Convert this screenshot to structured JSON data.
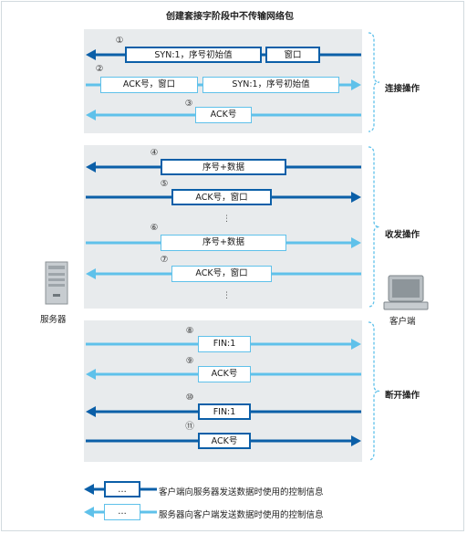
{
  "title": "创建套接字阶段中不传输网络包",
  "colors": {
    "client_to_server": "#0b5fa8",
    "server_to_client": "#5fc1ea",
    "panel": "#e8ebed"
  },
  "phases": [
    {
      "label": "连接操作"
    },
    {
      "label": "收发操作"
    },
    {
      "label": "断开操作"
    }
  ],
  "steps": [
    {
      "num": "①",
      "boxes": [
        "SYN:1，序号初始值",
        "窗口"
      ],
      "dir": "to-server"
    },
    {
      "num": "②",
      "boxes": [
        "ACK号，窗口",
        "SYN:1，序号初始值"
      ],
      "dir": "to-client"
    },
    {
      "num": "③",
      "boxes": [
        "ACK号"
      ],
      "dir": "to-server-light"
    },
    {
      "num": "④",
      "boxes": [
        "序号+数据"
      ],
      "dir": "to-server"
    },
    {
      "num": "⑤",
      "boxes": [
        "ACK号，窗口"
      ],
      "dir": "to-client-dark"
    },
    {
      "num": "⑥",
      "boxes": [
        "序号+数据"
      ],
      "dir": "to-client"
    },
    {
      "num": "⑦",
      "boxes": [
        "ACK号，窗口"
      ],
      "dir": "to-server-light"
    },
    {
      "num": "⑧",
      "boxes": [
        "FIN:1"
      ],
      "dir": "to-client"
    },
    {
      "num": "⑨",
      "boxes": [
        "ACK号"
      ],
      "dir": "to-server-light"
    },
    {
      "num": "⑩",
      "boxes": [
        "FIN:1"
      ],
      "dir": "to-server"
    },
    {
      "num": "⑪",
      "boxes": [
        "ACK号"
      ],
      "dir": "to-client-dark"
    }
  ],
  "ellipsis": "⋮",
  "server_label": "服务器",
  "client_label": "客户端",
  "legend": {
    "box_text": "…",
    "dark": "客户端向服务器发送数据时使用的控制信息",
    "light": "服务器向客户端发送数据时使用的控制信息"
  }
}
